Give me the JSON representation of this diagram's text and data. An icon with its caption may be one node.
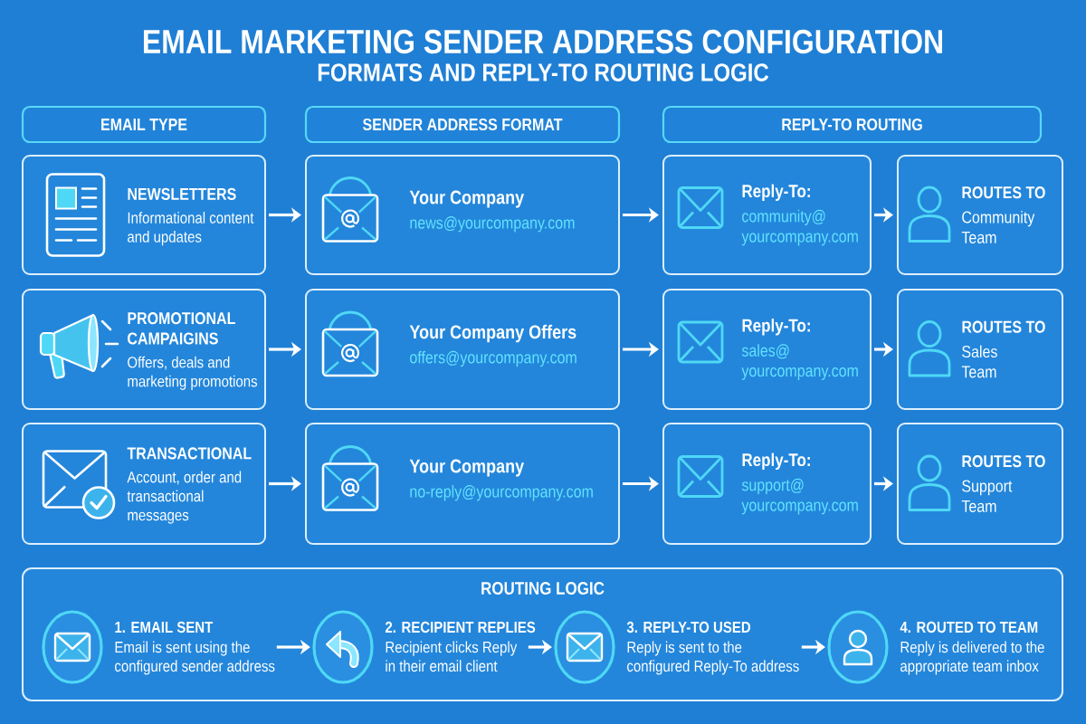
{
  "diagram": {
    "title": "EMAIL MARKETING SENDER ADDRESS CONFIGURATION",
    "nodes": [
      {
        "text": [
          "EMAIL TYPE"
        ]
      },
      {
        "text": [
          "SENDER ADDRESS FORMAT"
        ]
      },
      {
        "text": [
          "REPLY-TO ROUTING"
        ]
      },
      {
        "text": [
          "NEWSLETTERS",
          "Informational content and updates"
        ]
      },
      {
        "text": [
          "Your Company",
          "news@yourcompany.com"
        ]
      },
      {
        "text": [
          "Reply-To:",
          "community@ yourcompany.com"
        ]
      },
      {
        "text": [
          "ROUTES TO",
          "Community Team"
        ]
      },
      {
        "text": [
          "PROMOTIONAL CAMPAIGINS",
          "Offers, deals and marketing promotions"
        ]
      },
      {
        "text": [
          "Your Company Offers",
          "offers@yourcompany.com"
        ]
      },
      {
        "text": [
          "Reply-To:",
          "sales@ yourcompany.com"
        ]
      },
      {
        "text": [
          "ROUTES TO",
          "Sales Team"
        ]
      },
      {
        "text": [
          "TRANSACTIONAL",
          "Account, order and transactional messages"
        ]
      },
      {
        "text": [
          "Your Company",
          "no-reply@yourcompany.com"
        ]
      },
      {
        "text": [
          "Reply-To:",
          "support@ yourcompany.com"
        ]
      },
      {
        "text": [
          "ROUTES TO",
          "Support Team"
        ]
      },
      {
        "text": [
          "ROUTING LOGIC"
        ]
      },
      {
        "text": [
          "1. EMAIL SENT",
          "Email is sent using the configured sender address"
        ],
        "in": 15
      },
      {
        "text": [
          "2. RECIPIENT REPLIES",
          "Recipient clicks Reply in their email client"
        ],
        "in": 15
      },
      {
        "text": [
          "3. REPLY-TO USED",
          "Reply is sent to the configured Reply-To address"
        ],
        "in": 15
      },
      {
        "text": [
          "4. ROUTED TO TEAM",
          "Reply is delivered to the appropriate team inbox"
        ],
        "in": 15
      }
    ],
    "edges": [
      {
        "from": 3,
        "to": 4,
        "arrow": "to"
      },
      {
        "from": 4,
        "to": 5,
        "arrow": "to"
      },
      {
        "from": 5,
        "to": 6,
        "arrow": "to"
      },
      {
        "from": 7,
        "to": 8,
        "arrow": "to"
      },
      {
        "from": 8,
        "to": 9,
        "arrow": "to"
      },
      {
        "from": 9,
        "to": 10,
        "arrow": "to"
      },
      {
        "from": 11,
        "to": 12,
        "arrow": "to"
      },
      {
        "from": 12,
        "to": 13,
        "arrow": "to"
      },
      {
        "from": 13,
        "to": 14,
        "arrow": "to"
      },
      {
        "from": 16,
        "to": 17,
        "arrow": "to"
      },
      {
        "from": 17,
        "to": 18,
        "arrow": "to"
      },
      {
        "from": 18,
        "to": 19,
        "arrow": "to"
      }
    ],
    "labels": [
      "FORMATS AND REPLY-TO ROUTING LOGIC"
    ]
  }
}
